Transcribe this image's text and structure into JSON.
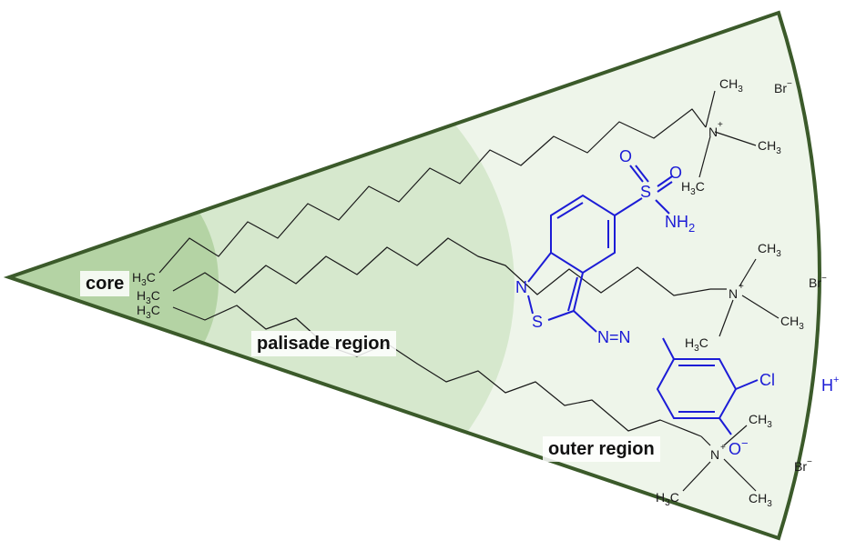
{
  "regions": {
    "core": "core",
    "palisade": "palisade region",
    "outer": "outer region"
  },
  "colors": {
    "wedge_outline": "#3b5a2a",
    "outer_fill": "#eef5ea",
    "palisade_fill": "#d6e8cd",
    "core_fill": "#b4d3a4",
    "dye": "#1c1cd6",
    "chain": "#1a1a1a"
  },
  "surfactant": {
    "tail_group": [
      "H",
      "3",
      "C"
    ],
    "head_group_atom": "N",
    "charge": "+",
    "methyl": [
      "CH",
      "3"
    ],
    "counter_ion": [
      "Br",
      "−"
    ]
  },
  "dye": {
    "atoms": {
      "oxygen": "O",
      "sulfur": "S",
      "amine": [
        "NH",
        "2"
      ],
      "nitrogen": "N",
      "azo": "N=N",
      "chlorine": "Cl",
      "phenoxide": [
        "O",
        "−"
      ]
    },
    "proton": [
      "H",
      "+"
    ]
  }
}
